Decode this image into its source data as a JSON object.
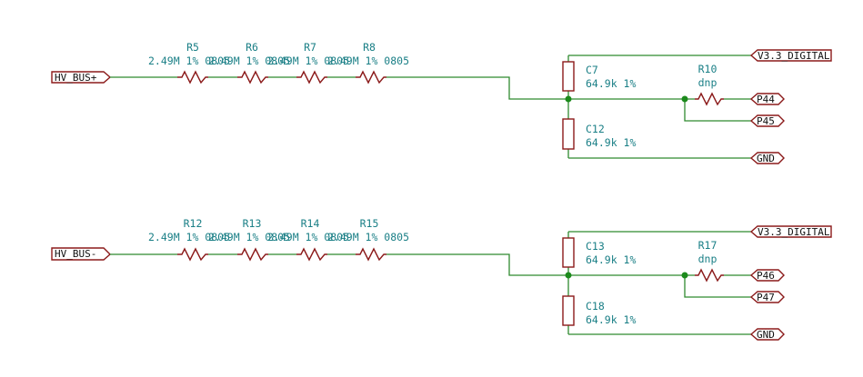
{
  "circuits": [
    {
      "input_port": "HV_BUS+",
      "resistors": [
        {
          "ref": "R5",
          "value": "2.49M 1% 0805"
        },
        {
          "ref": "R6",
          "value": "2.49M 1% 0805"
        },
        {
          "ref": "R7",
          "value": "2.49M 1% 0805"
        },
        {
          "ref": "R8",
          "value": "2.49M 1% 0805"
        }
      ],
      "upper_cap": {
        "ref": "C7",
        "value": "64.9k 1%"
      },
      "lower_cap": {
        "ref": "C12",
        "value": "64.9k 1%"
      },
      "series_resistor": {
        "ref": "R10",
        "value": "dnp"
      },
      "ports": {
        "supply": "V3.3_DIGITAL",
        "signal_a": "P44",
        "signal_b": "P45",
        "ground": "GND"
      }
    },
    {
      "input_port": "HV_BUS-",
      "resistors": [
        {
          "ref": "R12",
          "value": "2.49M 1% 0805"
        },
        {
          "ref": "R13",
          "value": "2.49M 1% 0805"
        },
        {
          "ref": "R14",
          "value": "2.49M 1% 0805"
        },
        {
          "ref": "R15",
          "value": "2.49M 1% 0805"
        }
      ],
      "upper_cap": {
        "ref": "C13",
        "value": "64.9k 1%"
      },
      "lower_cap": {
        "ref": "C18",
        "value": "64.9k 1%"
      },
      "series_resistor": {
        "ref": "R17",
        "value": "dnp"
      },
      "ports": {
        "supply": "V3.3_DIGITAL",
        "signal_a": "P46",
        "signal_b": "P47",
        "ground": "GND"
      }
    }
  ]
}
